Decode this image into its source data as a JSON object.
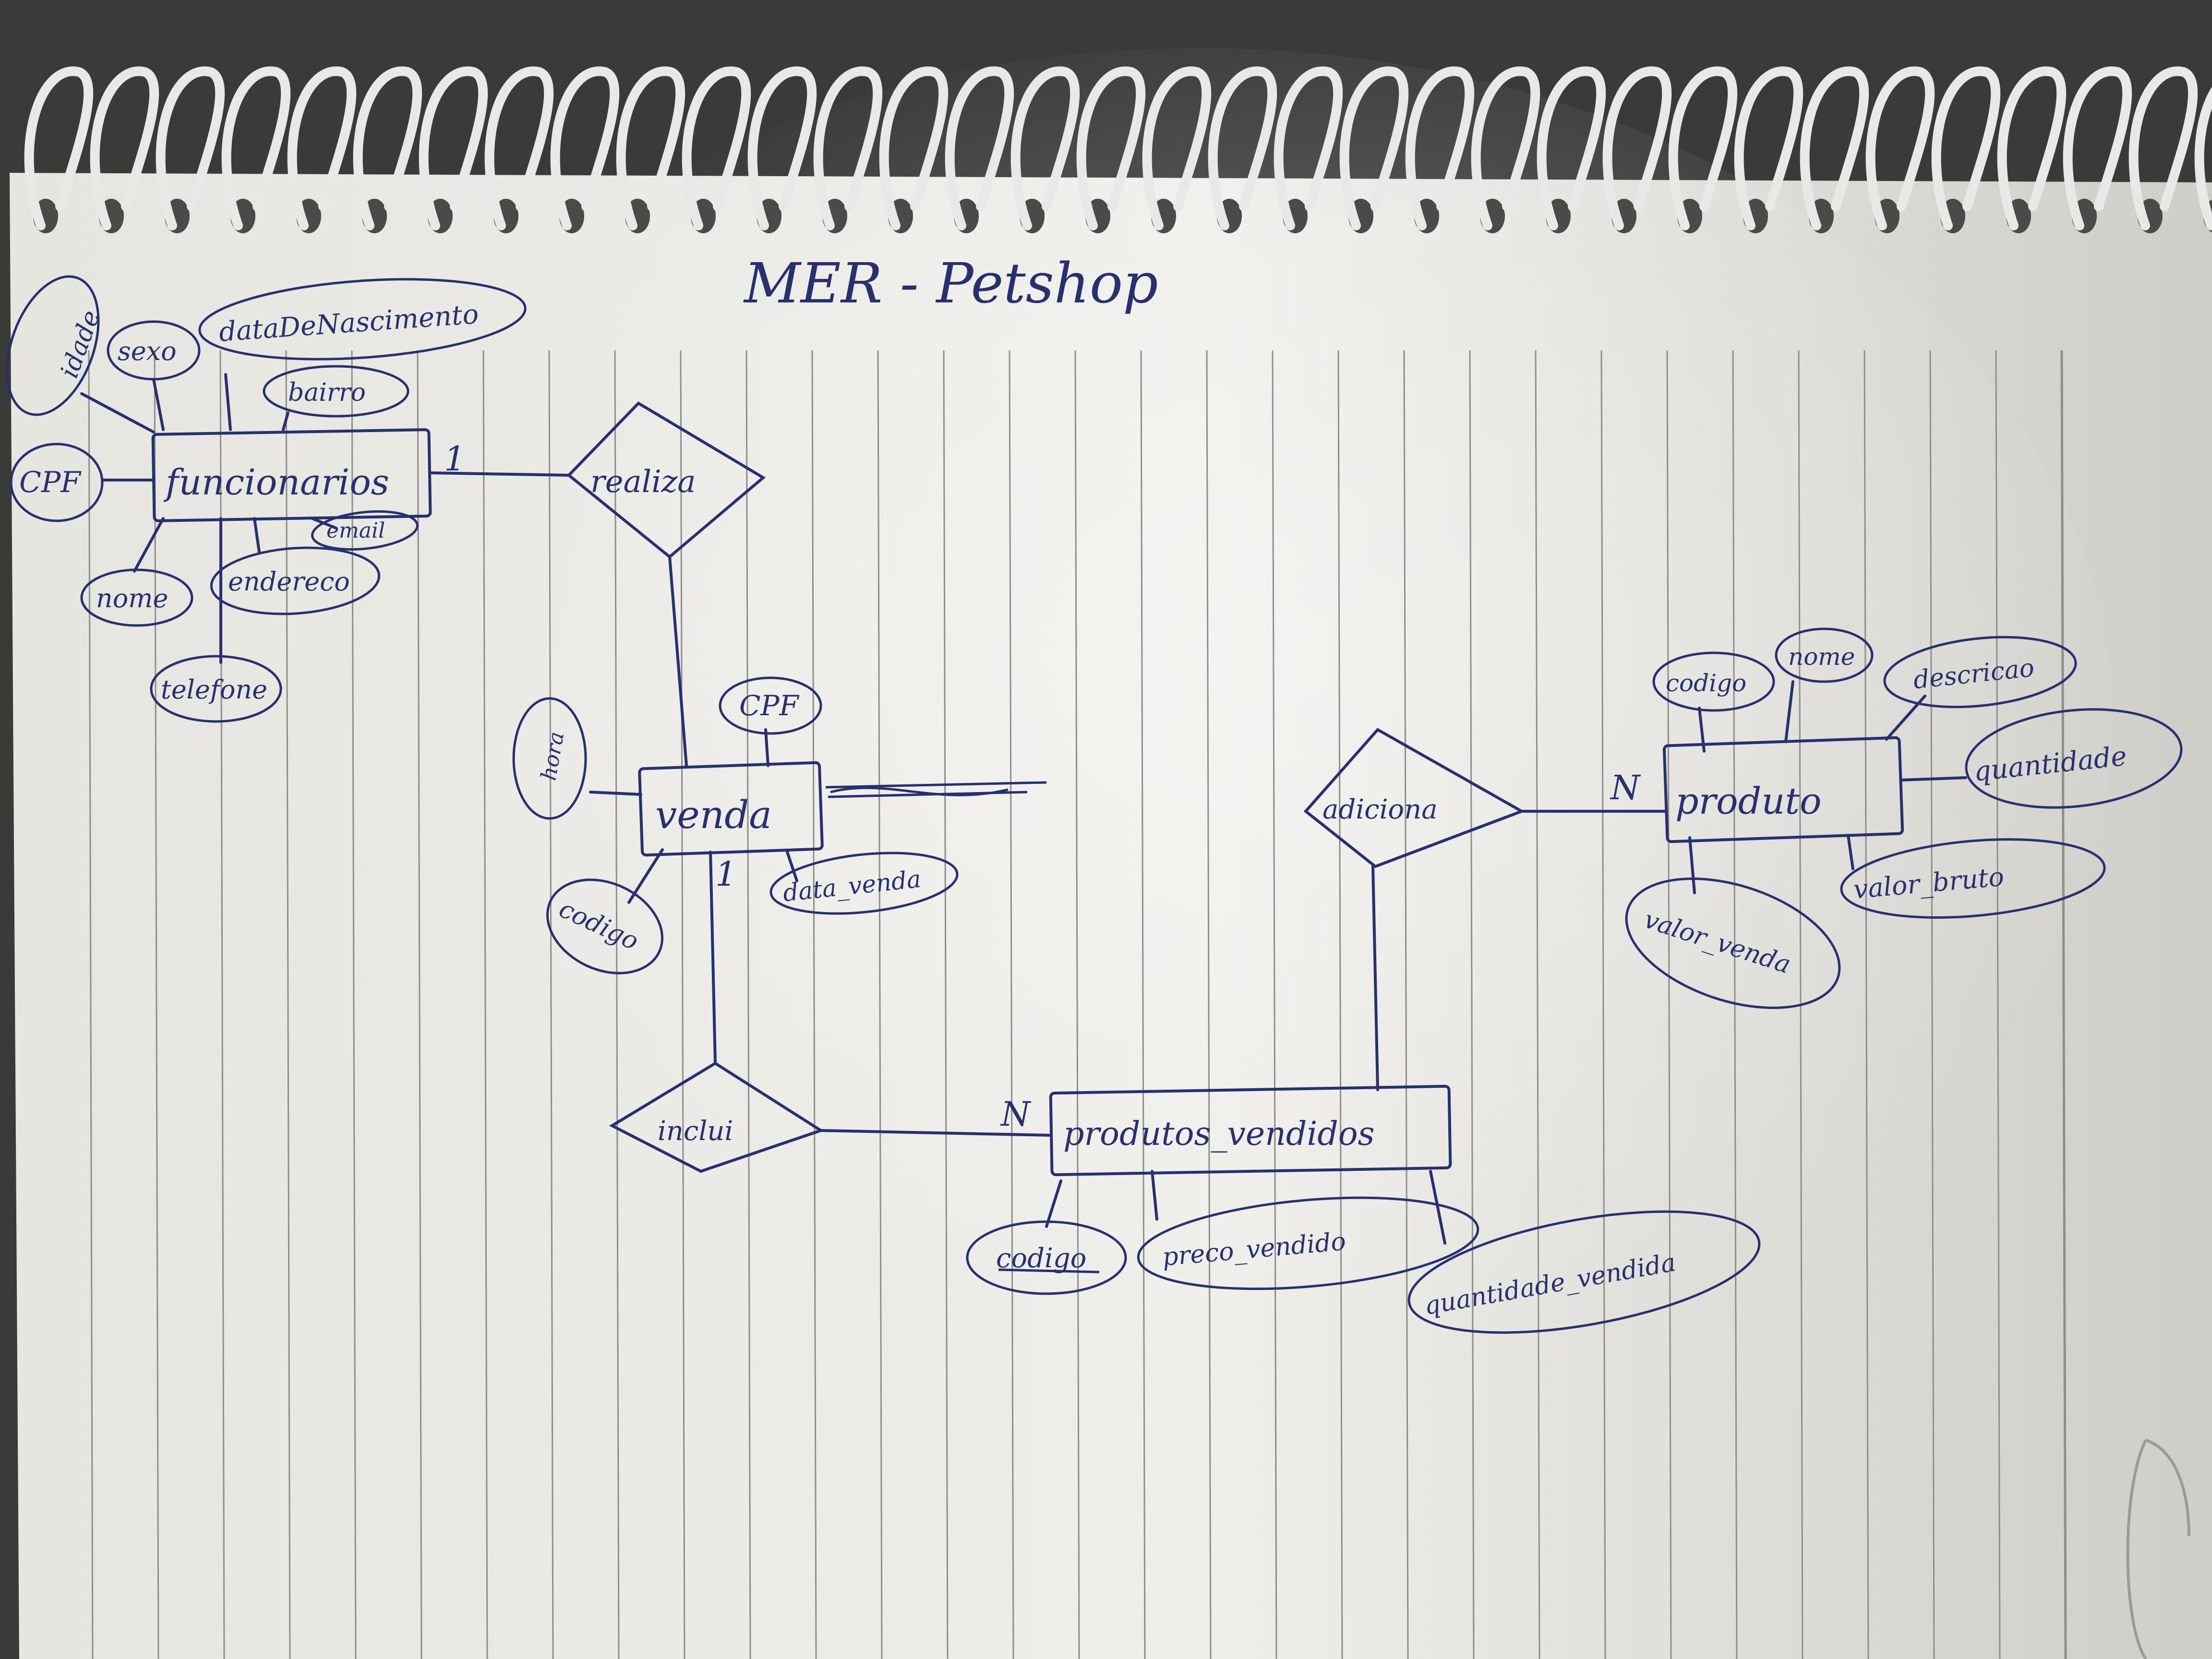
{
  "title": "MER - Petshop",
  "colors": {
    "ink": "#27306f",
    "paper": "#ecebe6",
    "rule": "#8e8e8a",
    "background": "#3a3a38",
    "spiral": "#e8e8e6"
  },
  "entities": {
    "funcionario": "funcionarios",
    "venda": "venda",
    "produto": "produto",
    "produtos_vendidos": "produtos_vendidos"
  },
  "relationships": {
    "realiza": "realiza",
    "adiciona": "adiciona",
    "inclui": "inclui"
  },
  "cardinalities": {
    "funcionario_realiza": "1",
    "adiciona_produto": "N",
    "inclui_produtos_vendidos": "N",
    "venda_inclui": "1"
  },
  "attributes": {
    "funcionario": {
      "idade": "idade",
      "sexo": "sexo",
      "data_nascimento": "dataDeNascimento",
      "bairro": "bairro",
      "cpf": "CPF",
      "email": "email",
      "endereco": "endereco",
      "nome": "nome",
      "telefone": "telefone"
    },
    "venda": {
      "cpf": "CPF",
      "hora": "hora",
      "codigo": "codigo",
      "data_venda": "data_venda"
    },
    "produto": {
      "codigo": "codigo",
      "nome": "nome",
      "descricao": "descricao",
      "quantidade": "quantidade",
      "valor_bruto": "valor_bruto",
      "valor_venda": "valor_venda"
    },
    "produtos_vendidos": {
      "codigo": "codigo",
      "preco_vendido": "preco_vendido",
      "quantidade_vendida": "quantidade_vendida"
    }
  }
}
